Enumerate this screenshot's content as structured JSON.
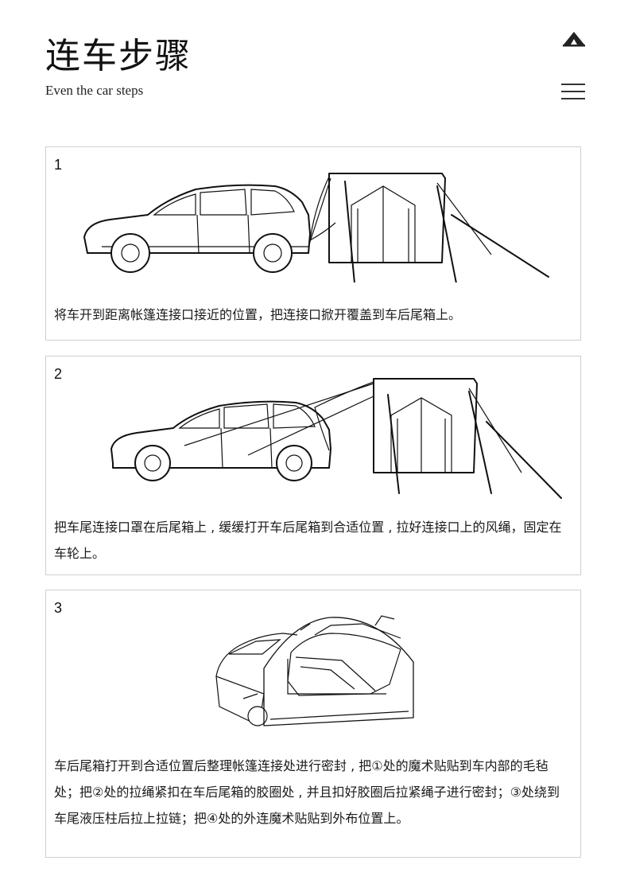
{
  "header": {
    "title": "连车步骤",
    "subtitle": "Even the car steps",
    "logo_icon": "tent-logo-icon",
    "menu_icon": "hamburger-menu-icon"
  },
  "steps": [
    {
      "number": "1",
      "text": "将车开到距离帐篷连接口接近的位置，把连接口掀开覆盖到车后尾箱上。"
    },
    {
      "number": "2",
      "text": "把车尾连接口罩在后尾箱上 , 缓缓打开车后尾箱到合适位置 , 拉好连接口上的风绳，固定在车轮上。"
    },
    {
      "number": "3",
      "text": "车后尾箱打开到合适位置后整理帐篷连接处进行密封 , 把①处的魔术贴贴到车内部的毛毡处；把②处的拉绳紧扣在车后尾箱的胶圈处 , 并且扣好胶圈后拉紧绳子进行密封；③处绕到车尾液压柱后拉上拉链；把④处的外连魔术贴贴到外布位置上。"
    }
  ]
}
